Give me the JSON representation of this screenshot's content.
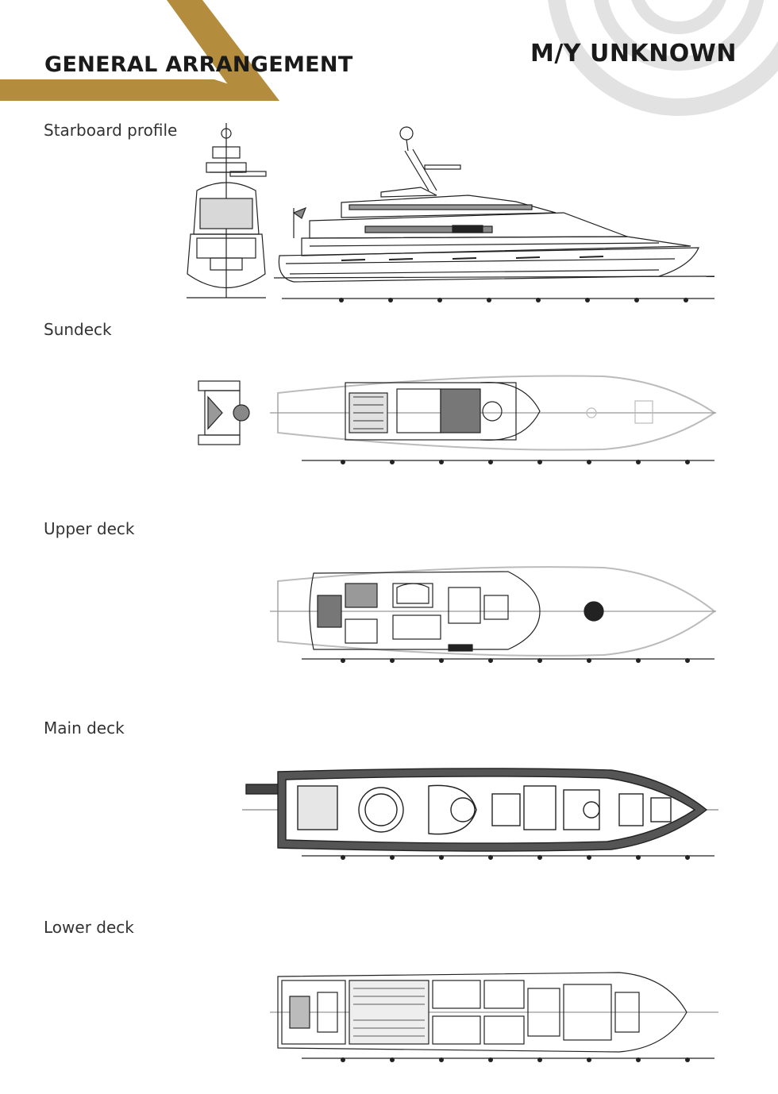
{
  "header": {
    "title": "GENERAL ARRANGEMENT",
    "vessel_name": "M/Y UNKNOWN"
  },
  "colors": {
    "accent_gold": "#b38d3d",
    "ring_grey": "#e2e2e2",
    "line": "#222222",
    "deck_dark": "#555555"
  },
  "sections": [
    {
      "label": "Starboard profile"
    },
    {
      "label": "Sundeck"
    },
    {
      "label": "Upper deck"
    },
    {
      "label": "Main deck"
    },
    {
      "label": "Lower deck"
    }
  ]
}
